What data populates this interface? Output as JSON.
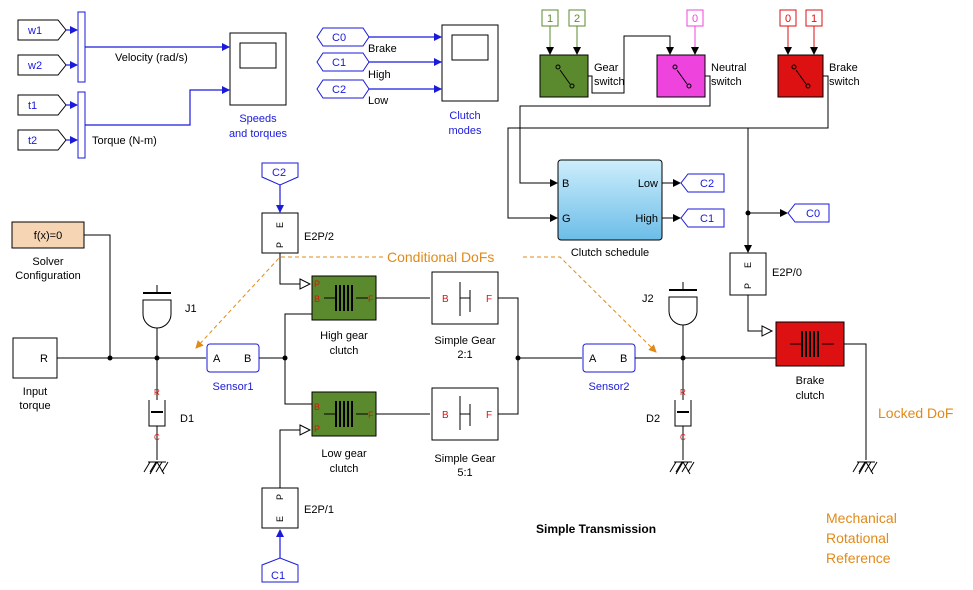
{
  "diagram": {
    "title": "Simple Transmission",
    "mux_inputs": [
      "w1",
      "w2",
      "t1",
      "t2"
    ],
    "signal_labels": {
      "velocity": "Velocity (rad/s)",
      "torque": "Torque (N-m)"
    },
    "scopes": {
      "speeds": [
        "Speeds",
        "and torques"
      ],
      "clutch": [
        "Clutch",
        "modes"
      ]
    },
    "clutch_mode_tags": [
      "C0",
      "C1",
      "C2"
    ],
    "clutch_mode_labels": [
      "Brake",
      "High",
      "Low"
    ],
    "switches": {
      "gear": {
        "label1": "Gear",
        "label2": "switch",
        "consts": [
          "1",
          "2"
        ],
        "color": "#5b8a2e"
      },
      "neutral": {
        "label1": "Neutral",
        "label2": "switch",
        "consts": [
          "0"
        ],
        "color": "#ee44dd"
      },
      "brake": {
        "label1": "Brake",
        "label2": "switch",
        "consts": [
          "0",
          "1"
        ],
        "color": "#dd1111"
      }
    },
    "clutch_schedule": {
      "name": "Clutch schedule",
      "in_b": "B",
      "in_g": "G",
      "out_low": "Low",
      "out_high": "High"
    },
    "schedule_out_tags": [
      "C2",
      "C1"
    ],
    "c0_tag": "C0",
    "solver": {
      "expr": "f(x)=0",
      "label1": "Solver",
      "label2": "Configuration"
    },
    "input": {
      "port": "R",
      "label1": "Input",
      "label2": "torque"
    },
    "inertias": [
      "J1",
      "J2"
    ],
    "dampers": [
      "D1",
      "D2"
    ],
    "sensors": [
      "Sensor1",
      "Sensor2"
    ],
    "sensor_ports": [
      "A",
      "B"
    ],
    "e2p": [
      "E2P/2",
      "E2P/1",
      "E2P/0"
    ],
    "e2p_in_tags": [
      "C2",
      "C1"
    ],
    "e2p_ports": [
      "E",
      "P"
    ],
    "clutches": {
      "high": [
        "High gear",
        "clutch"
      ],
      "low": [
        "Low gear",
        "clutch"
      ],
      "brake": [
        "Brake",
        "clutch"
      ],
      "ports": [
        "B",
        "F",
        "P"
      ]
    },
    "gears": {
      "g1": [
        "Simple Gear",
        "2:1"
      ],
      "g2": [
        "Simple Gear",
        "5:1"
      ],
      "ports": [
        "B",
        "F"
      ]
    },
    "annotations": {
      "conditional": "Conditional DoFs",
      "locked": "Locked DoF",
      "ref": [
        "Mechanical",
        "Rotational",
        "Reference"
      ]
    },
    "colors": {
      "signal": "#1a1adb",
      "annotation": "#e08a1a",
      "clutch_green": "#5b8a2e",
      "brake_red": "#dd1111",
      "schedule_blue": "#8fd0ef"
    }
  }
}
